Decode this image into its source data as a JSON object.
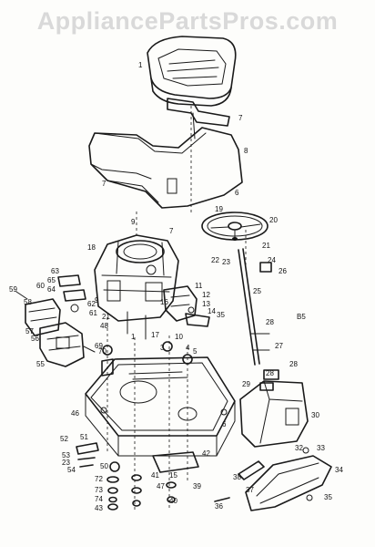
{
  "watermark": "AppliancePartsPros.com",
  "callouts": [
    {
      "id": "c1",
      "text": "1"
    },
    {
      "id": "c7a",
      "text": "7"
    },
    {
      "id": "c8",
      "text": "8"
    },
    {
      "id": "c7b",
      "text": "7"
    },
    {
      "id": "c6",
      "text": "6"
    },
    {
      "id": "c9",
      "text": "9"
    },
    {
      "id": "c7c",
      "text": "7"
    },
    {
      "id": "c19",
      "text": "19"
    },
    {
      "id": "c20",
      "text": "20"
    },
    {
      "id": "c18",
      "text": "18"
    },
    {
      "id": "c21a",
      "text": "21"
    },
    {
      "id": "c22",
      "text": "22"
    },
    {
      "id": "c23",
      "text": "23"
    },
    {
      "id": "c24",
      "text": "24"
    },
    {
      "id": "c26",
      "text": "26"
    },
    {
      "id": "c63",
      "text": "63"
    },
    {
      "id": "c65",
      "text": "65"
    },
    {
      "id": "c64",
      "text": "64"
    },
    {
      "id": "c59",
      "text": "59"
    },
    {
      "id": "c60",
      "text": "60"
    },
    {
      "id": "c58",
      "text": "58"
    },
    {
      "id": "c62",
      "text": "62"
    },
    {
      "id": "c61",
      "text": "61"
    },
    {
      "id": "c57",
      "text": "57"
    },
    {
      "id": "c56",
      "text": "56"
    },
    {
      "id": "c69",
      "text": "69"
    },
    {
      "id": "c55",
      "text": "55"
    },
    {
      "id": "c11",
      "text": "11"
    },
    {
      "id": "c12",
      "text": "12"
    },
    {
      "id": "c13",
      "text": "13"
    },
    {
      "id": "c14",
      "text": "14"
    },
    {
      "id": "c16",
      "text": "16"
    },
    {
      "id": "c9b",
      "text": "9"
    },
    {
      "id": "c48",
      "text": "48"
    },
    {
      "id": "c21b",
      "text": "21"
    },
    {
      "id": "c35",
      "text": "35"
    },
    {
      "id": "c25",
      "text": "25"
    },
    {
      "id": "c28a",
      "text": "28"
    },
    {
      "id": "cB5",
      "text": "B5"
    },
    {
      "id": "c70",
      "text": "70"
    },
    {
      "id": "c17",
      "text": "17"
    },
    {
      "id": "c10",
      "text": "10"
    },
    {
      "id": "c4",
      "text": "4"
    },
    {
      "id": "c5",
      "text": "5"
    },
    {
      "id": "c3",
      "text": "3"
    },
    {
      "id": "c1b",
      "text": "1"
    },
    {
      "id": "c27",
      "text": "27"
    },
    {
      "id": "c28b",
      "text": "28"
    },
    {
      "id": "c28c",
      "text": "28"
    },
    {
      "id": "c29",
      "text": "29"
    },
    {
      "id": "c30",
      "text": "30"
    },
    {
      "id": "c46",
      "text": "46"
    },
    {
      "id": "c6b",
      "text": "6"
    },
    {
      "id": "c51",
      "text": "51"
    },
    {
      "id": "c52",
      "text": "52"
    },
    {
      "id": "c53",
      "text": "53"
    },
    {
      "id": "c23b",
      "text": "23"
    },
    {
      "id": "c54",
      "text": "54"
    },
    {
      "id": "c50",
      "text": "50"
    },
    {
      "id": "c72",
      "text": "72"
    },
    {
      "id": "c73",
      "text": "73"
    },
    {
      "id": "c74",
      "text": "74"
    },
    {
      "id": "c43",
      "text": "43"
    },
    {
      "id": "c42",
      "text": "42"
    },
    {
      "id": "c32",
      "text": "32"
    },
    {
      "id": "c33",
      "text": "33"
    },
    {
      "id": "c34",
      "text": "34"
    },
    {
      "id": "c38",
      "text": "38"
    },
    {
      "id": "c37",
      "text": "37"
    },
    {
      "id": "c36",
      "text": "36"
    },
    {
      "id": "c15",
      "text": "15"
    },
    {
      "id": "c40",
      "text": "40"
    },
    {
      "id": "c47",
      "text": "47"
    },
    {
      "id": "c41",
      "text": "41"
    },
    {
      "id": "c39",
      "text": "39"
    },
    {
      "id": "c35b",
      "text": "35"
    }
  ]
}
